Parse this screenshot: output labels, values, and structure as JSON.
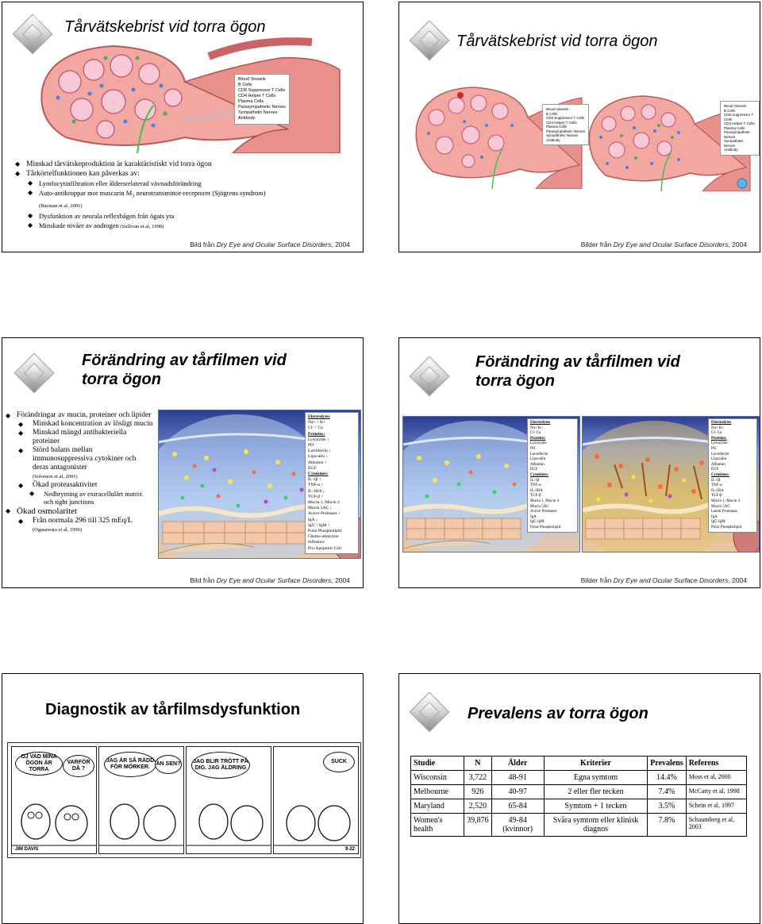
{
  "slide1": {
    "title": "Tårvätskebrist vid torra ögon",
    "bullets": [
      {
        "level": 1,
        "text": "Minskad tårvätskeproduktion är karaktäristiskt vid torra ögon"
      },
      {
        "level": 1,
        "text": "Tårkörtelfunktionen kan påverkas av:"
      },
      {
        "level": 2,
        "text": "Lymfocytinfiltration eller åldersrelaterad vävnadsförändring"
      },
      {
        "level": 2,
        "text": "Auto-antikroppar mot muscarin M",
        "sub": "3",
        "text_after": " neurotransmittor-receptorer (Sjögrens syndrom)",
        "ref": "(Bacman et al, 2001)"
      },
      {
        "level": 2,
        "text": "Dysfunktion av neurala reflexbågen från ögats yta"
      },
      {
        "level": 2,
        "text": "Minskade nivåer av androgen",
        "ref_inline": " (Sullivan et al, 1998)"
      }
    ],
    "caption_prefix": "Bild från ",
    "caption_italic": "Dry Eye and Ocular Surface Disorders",
    "caption_suffix": ", 2004",
    "legend": [
      "Blood Vessels",
      "B Cells",
      "CD8 Suppressor T Cells",
      "CD4 Helper T Cells",
      "Plasma Cells",
      "Parasympathetic Nerves",
      "Sympathetic Nerves",
      "Antibody"
    ]
  },
  "slide2": {
    "title": "Tårvätskebrist vid torra ögon",
    "caption_prefix": "Bilder från ",
    "caption_italic": "Dry Eye and Ocular Surface Disorders",
    "caption_suffix": ", 2004",
    "legend": [
      "Blood Vessels",
      "B Cells",
      "CD8 Suppressor T Cells",
      "CD4 Helper T Cells",
      "Plasma Cells",
      "Parasympathetic Nerves",
      "Sympathetic Nerves",
      "Antibody"
    ]
  },
  "slide3": {
    "title_line1": "Förändring av tårfilmen vid",
    "title_line2": "torra ögon",
    "bullets": [
      {
        "level": 1,
        "text": "Förändringar av mucin, proteiner och lipider"
      },
      {
        "level": 2,
        "text": "Minskad koncentration av lösligt mucin"
      },
      {
        "level": 2,
        "text": "Minskad mängd antibakteriella proteiner"
      },
      {
        "level": 2,
        "text": "Störd balans mellan immunosuppressiva cytokiner och deras antagonister",
        "ref": "(Solomon et al, 2001)"
      },
      {
        "level": 2,
        "text": "Ökad proteasaktivitet"
      },
      {
        "level": 3,
        "text": "Nedbrytning av extracellulärt matrix och tight junctions"
      },
      {
        "level": 1,
        "text": "Ökad osmolaritet",
        "big": true
      },
      {
        "level": 2,
        "text": "Från normala 296 till 325 mEq/L",
        "ref": "(Ogasawara et al, 1996)"
      }
    ],
    "caption_prefix": "Bild från ",
    "caption_italic": "Dry Eye and Ocular Surface Disorders",
    "caption_suffix": ", 2004",
    "legend": {
      "electrolytes": "Electrolytes",
      "electrolyte_items": [
        "Na+ ↑  K+",
        "Cl- ↑  Ca"
      ],
      "proteins": "Proteins:",
      "protein_items": [
        "Lysozyme ↓",
        "PO",
        "Lactoferrin ↓",
        "Lipocalin ↓",
        "Albumin ↑",
        "EGF"
      ],
      "cytokines": "Cytokines:",
      "cytokine_items": [
        "IL-1β ↑",
        "TNF-α ↑",
        "IL-1RA ↓",
        "TGF-β ↑"
      ],
      "other_items": [
        "Mucin 1, Mucin 4",
        "Mucin 5AC ↓",
        "Active Proteases ↑",
        "IgA ↓",
        "IgG ↑  IgM ↑",
        "Polar Phospholipid",
        "Chemo-attraction Influence",
        "Pro-Apoptotic Cell"
      ]
    }
  },
  "slide4": {
    "title_line1": "Förändring av tårfilmen vid",
    "title_line2": "torra ögon",
    "caption_prefix": "Bilder från ",
    "caption_italic": "Dry Eye and Ocular Surface Disorders",
    "caption_suffix": ", 2004",
    "legend_a": {
      "electrolytes": "Electrolytes",
      "electrolyte_items": [
        "Na+  K+",
        "Cl-  Ca"
      ],
      "proteins": "Proteins:",
      "protein_items": [
        "Lysozyme",
        "PO",
        "Lactoferrin",
        "Lipocalin",
        "Albumin",
        "EGF"
      ],
      "cytokines": "Cytokines:",
      "cytokine_items": [
        "IL-1β",
        "TNF-α",
        "IL-1RA",
        "TGF-β"
      ],
      "other_items": [
        "Mucin 1, Mucin 4",
        "Mucin 5AC",
        "Active Proteases",
        "IgA",
        "IgG  IgM",
        "Polar Phospholipid"
      ]
    },
    "legend_b": {
      "electrolytes": "Electrolytes",
      "electrolyte_items": [
        "Na+  K+",
        "Cl-  Ca"
      ],
      "proteins": "Proteins:",
      "protein_items": [
        "Lysozyme",
        "PO",
        "Lactoferrin",
        "Lipocalin",
        "Albumin",
        "EGF"
      ],
      "cytokines": "Cytokines:",
      "cytokine_items": [
        "IL-1β",
        "TNF-α",
        "IL-1RA",
        "TGF-β"
      ],
      "other_items": [
        "Mucin 1, Mucin 4",
        "Mucin 5AC",
        "Latent Proteases",
        "IgA",
        "IgG  IgM",
        "Polar Phospholipid"
      ]
    }
  },
  "slide5": {
    "title": "Diagnostik av tårfilmsdysfunktion",
    "comic": {
      "bubbles": [
        "OJ VAD MINA ÖGON ÄR TORRA",
        "VARFÖR DÅ ?",
        "JAG ÄR SÅ RÄDD FÖR MÖRKER.",
        "ÄN SEN?",
        "JAG BLIR TRÖTT PÅ DIG. JAG ÄLDRING",
        "SUCK"
      ],
      "signature": "JIM DAVIS",
      "code": "9-22"
    }
  },
  "slide6": {
    "title": "Prevalens av torra ögon",
    "table": {
      "headers": [
        "Studie",
        "N",
        "Ålder",
        "Kriterier",
        "Prevalens",
        "Referens"
      ],
      "rows": [
        [
          "Wisconsin",
          "3,722",
          "48-91",
          "Egna symtom",
          "14.4%",
          "Moss et al, 2000"
        ],
        [
          "Melbourne",
          "926",
          "40-97",
          "2 eller fler tecken",
          "7.4%",
          "McCarty et al, 1998"
        ],
        [
          "Maryland",
          "2,520",
          "65-84",
          "Symtom + 1 tecken",
          "3.5%",
          "Schein et al, 1997"
        ],
        [
          "Women's health",
          "39,876",
          "49-84 (kvinnor)",
          "Svåra symtom eller klinisk diagnos",
          "7.8%",
          "Schaumberg et al, 2003"
        ]
      ]
    }
  }
}
